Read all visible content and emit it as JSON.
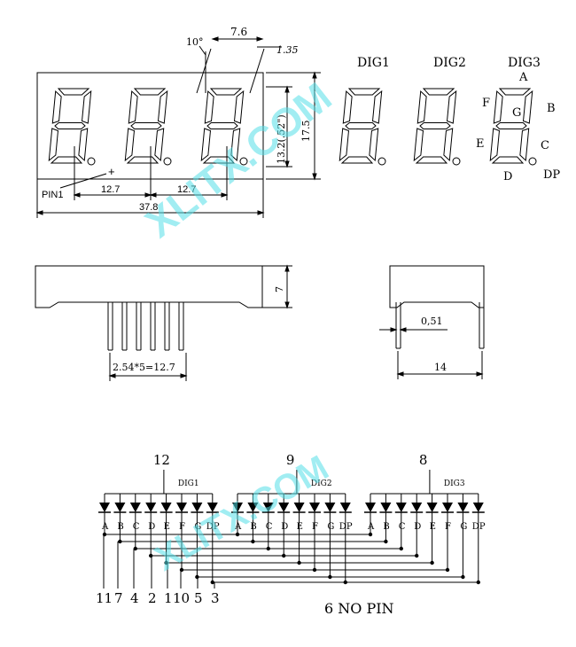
{
  "front_view": {
    "dim_angle": "10°",
    "dim_slant_width": "7.6",
    "dim_seg_width": "1.35",
    "dim_height_digit": "13.2(.52\")",
    "dim_total_height": "17.5",
    "pin1_label": "PIN1",
    "pin1_mark": "+",
    "dim_pitch_1": "12.7",
    "dim_pitch_2": "12.7",
    "dim_total_width": "37.8"
  },
  "digit_labels": {
    "dig1": "DIG1",
    "dig2": "DIG2",
    "dig3": "DIG3"
  },
  "segment_labels": {
    "a": "A",
    "b": "B",
    "c": "C",
    "d": "D",
    "e": "E",
    "f": "F",
    "g": "G",
    "dp": "DP"
  },
  "side_view": {
    "dim_height": "7",
    "dim_pin_span": "2.54*5=12.7"
  },
  "end_view": {
    "dim_pin_dia": "0,51",
    "dim_depth": "14"
  },
  "schematic": {
    "common_pins": [
      {
        "pin": "12",
        "name": "DIG1"
      },
      {
        "pin": "9",
        "name": "DIG2"
      },
      {
        "pin": "8",
        "name": "DIG3"
      }
    ],
    "segments": [
      "A",
      "B",
      "C",
      "D",
      "E",
      "F",
      "G",
      "DP"
    ],
    "segment_pins": [
      "11",
      "7",
      "4",
      "2",
      "1",
      "10",
      "5",
      "3"
    ],
    "no_pin_note": "6 NO PIN"
  },
  "watermark": "XLITX.COM"
}
